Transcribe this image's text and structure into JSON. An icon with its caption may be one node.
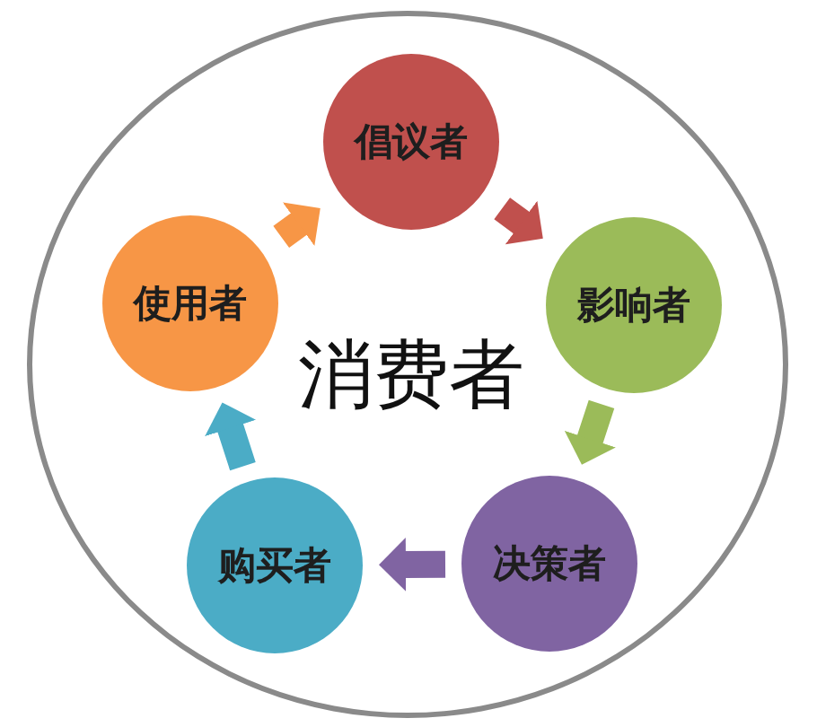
{
  "diagram": {
    "nodes": [
      {
        "text": [
          "消费者"
        ]
      },
      {
        "text": [
          "倡议者"
        ],
        "in": 0
      },
      {
        "text": [
          "影响者"
        ],
        "in": 0
      },
      {
        "text": [
          "决策者"
        ],
        "in": 0
      },
      {
        "text": [
          "购买者"
        ],
        "in": 0
      },
      {
        "text": [
          "使用者"
        ],
        "in": 0
      }
    ],
    "edges": [
      {
        "from": 1,
        "to": 2,
        "arrow": "to",
        "color": "#c0504d"
      },
      {
        "from": 2,
        "to": 3,
        "arrow": "to",
        "color": "#9bbb59"
      },
      {
        "from": 3,
        "to": 4,
        "arrow": "to",
        "color": "#8064a2"
      },
      {
        "from": 4,
        "to": 5,
        "arrow": "to",
        "color": "#4bacc6"
      },
      {
        "from": 5,
        "to": 1,
        "arrow": "to",
        "color": "#f79646"
      }
    ]
  }
}
